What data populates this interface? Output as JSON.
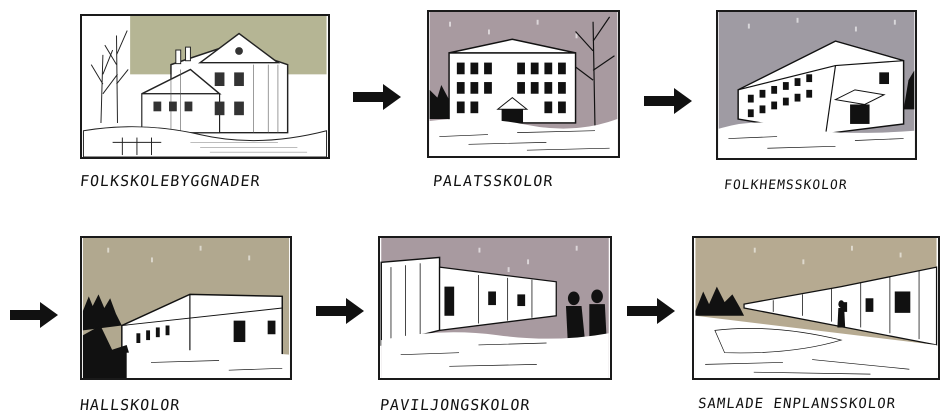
{
  "stages": [
    {
      "id": "1",
      "label": "FOLKSKOLEBYGGNADER",
      "sky_color": "#b5b594"
    },
    {
      "id": "2",
      "label": "PALATSSKOLOR",
      "sky_color": "#a89aa0"
    },
    {
      "id": "3",
      "label": "FOLKHEMSSKOLOR",
      "sky_color": "#9f9ba3"
    },
    {
      "id": "4",
      "label": "HALLSKOLOR",
      "sky_color": "#b1a88f"
    },
    {
      "id": "5",
      "label": "PAVILJONGSKOLOR",
      "sky_color": "#a89aa0"
    },
    {
      "id": "6",
      "label": "SAMLADE ENPLANSSKOLOR",
      "sky_color": "#b6aa91"
    }
  ],
  "arrow_icon": "right-arrow-icon",
  "ink_color": "#111111"
}
